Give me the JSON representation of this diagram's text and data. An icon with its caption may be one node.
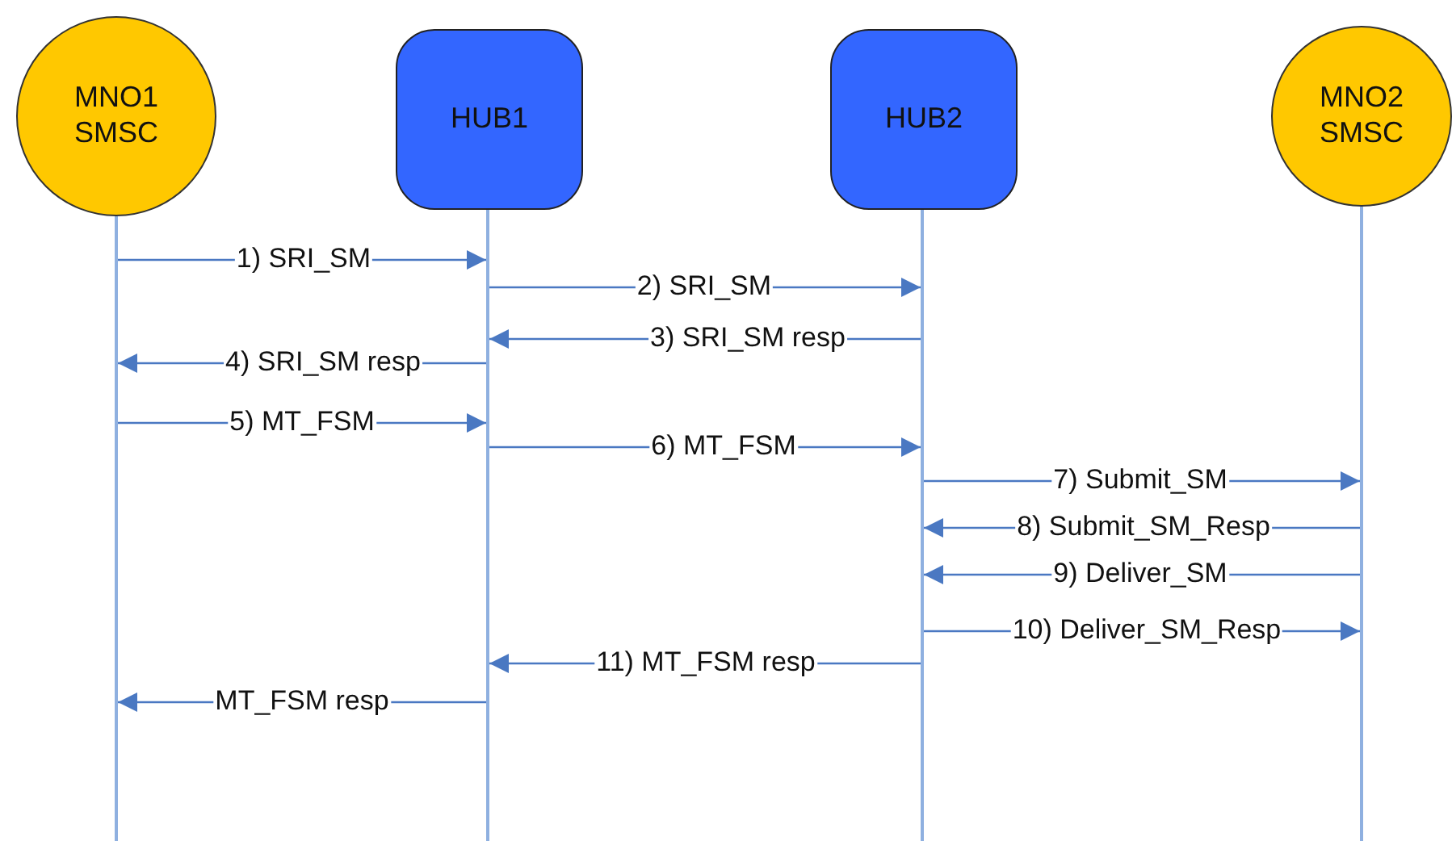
{
  "diagram": {
    "nodes": [
      {
        "text": [
          "MNO1 SMSC"
        ]
      },
      {
        "text": [
          "HUB1"
        ]
      },
      {
        "text": [
          "HUB2"
        ]
      },
      {
        "text": [
          "MNO2 SMSC"
        ]
      },
      {
        "text": [],
        "shape": "line"
      },
      {
        "text": [],
        "shape": "line"
      },
      {
        "text": [],
        "shape": "line"
      },
      {
        "text": [],
        "shape": "line"
      }
    ],
    "edges": [
      {
        "from": 4,
        "to": 5,
        "arrow": "to",
        "label": "1) SRI_SM"
      },
      {
        "from": 5,
        "to": 6,
        "arrow": "to",
        "label": "2) SRI_SM"
      },
      {
        "from": 6,
        "to": 5,
        "arrow": "to",
        "label": "3) SRI_SM resp"
      },
      {
        "from": 5,
        "to": 4,
        "arrow": "to",
        "label": "4) SRI_SM resp"
      },
      {
        "from": 4,
        "to": 5,
        "arrow": "to",
        "label": "5) MT_FSM"
      },
      {
        "from": 5,
        "to": 6,
        "arrow": "to",
        "label": "6) MT_FSM"
      },
      {
        "from": 6,
        "to": 7,
        "arrow": "to",
        "label": "7) Submit_SM"
      },
      {
        "from": 7,
        "to": 6,
        "arrow": "to",
        "label": "8) Submit_SM_Resp"
      },
      {
        "from": 7,
        "to": 6,
        "arrow": "to",
        "label": "9) Deliver_SM"
      },
      {
        "from": 6,
        "to": 7,
        "arrow": "to",
        "label": "10) Deliver_SM_Resp"
      },
      {
        "from": 6,
        "to": 5,
        "arrow": "to",
        "label": "11) MT_FSM resp"
      },
      {
        "from": 5,
        "to": 4,
        "arrow": "to",
        "label": "MT_FSM resp"
      }
    ]
  }
}
